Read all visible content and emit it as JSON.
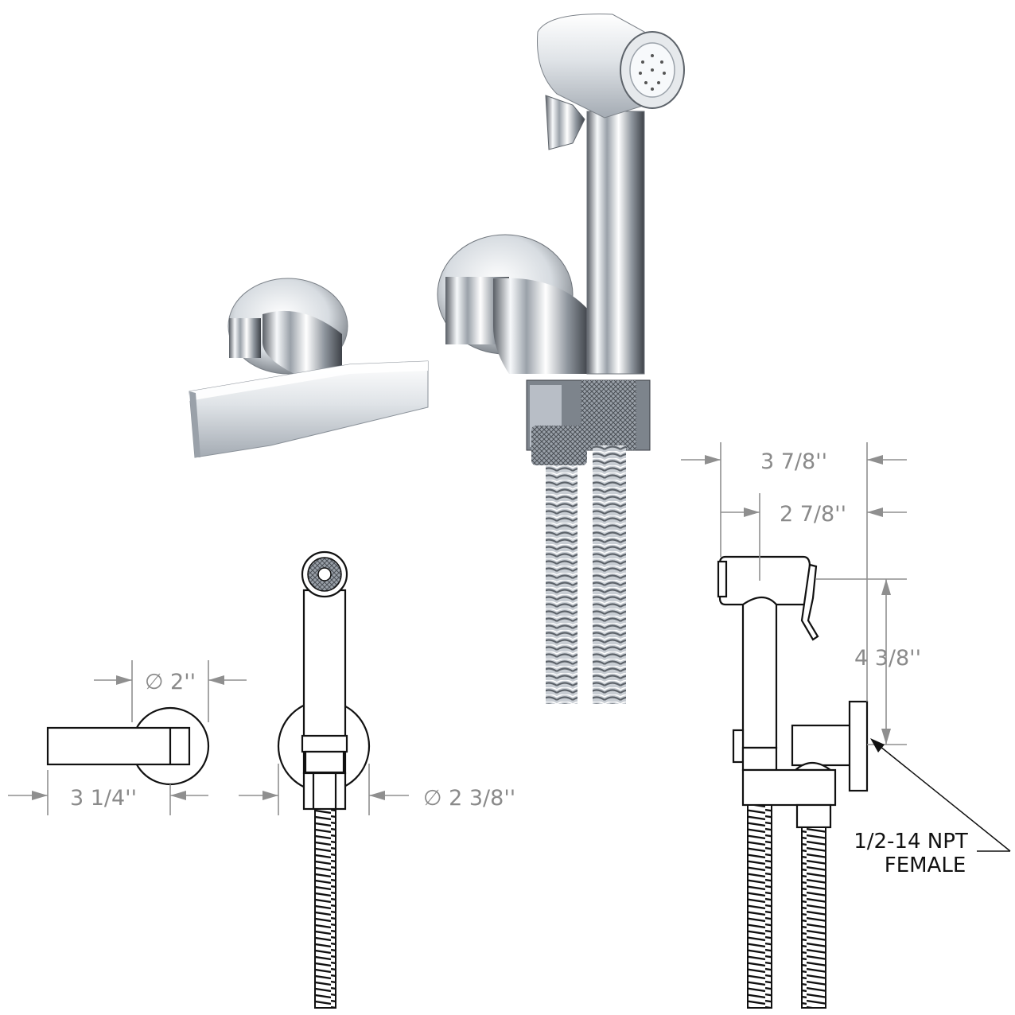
{
  "dimensions": {
    "handle_diameter": "∅ 2''",
    "handle_length": "3 1/4''",
    "flange_diameter": "∅ 2 3/8''",
    "overall_projection": "3 7/8''",
    "spray_projection": "2 7/8''",
    "spray_height": "4 3/8''"
  },
  "callout": {
    "line1": "1/2-14 NPT",
    "line2": "FEMALE"
  },
  "colors": {
    "chrome_light": "#f4f6f8",
    "chrome_mid": "#b8bec6",
    "chrome_dark": "#3a3e44",
    "dimension_gray": "#8a8a8a",
    "linework": "#111111"
  }
}
